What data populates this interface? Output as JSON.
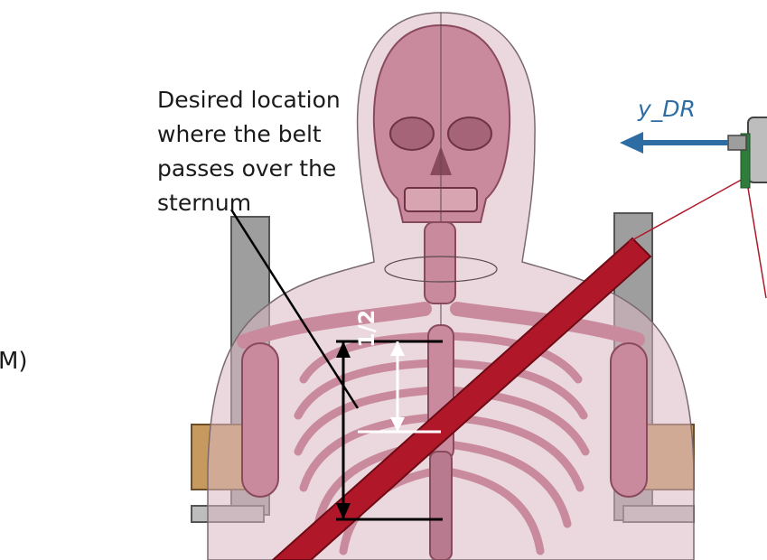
{
  "callout": {
    "lines": [
      "Desired location",
      "where the belt",
      "passes over the",
      "sternum"
    ]
  },
  "cut_text": "M)",
  "axis_label": "y_DR",
  "fraction_label": "1/2",
  "colors": {
    "body_shell": "#d9b8c2",
    "bone": "#c98a9d",
    "bone_dark": "#8a4a5e",
    "belt": "#b0182a",
    "seat_frame": "#9e9e9e",
    "seat_board": "#c69a5e",
    "arrow_blue": "#2e6da4",
    "measure_white": "#ffffff",
    "measure_black": "#000000"
  },
  "icons": [
    "retractor-icon",
    "direction-arrow-icon"
  ]
}
